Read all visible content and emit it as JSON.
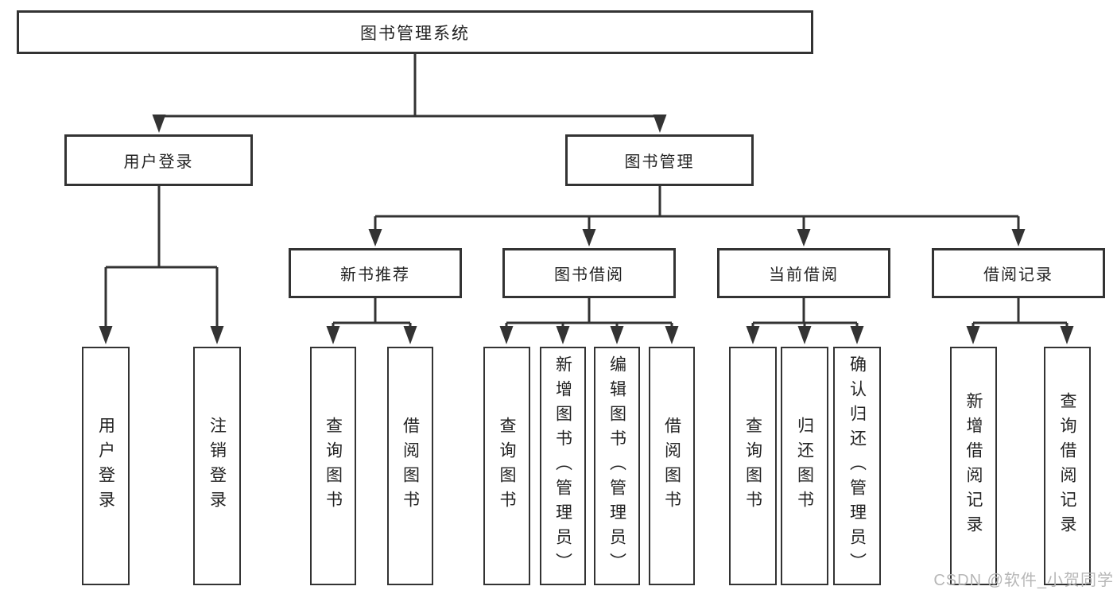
{
  "tree": {
    "root": {
      "label": "图书管理系统",
      "children": [
        {
          "label": "用户登录",
          "children": [
            {
              "label": "用户登录"
            },
            {
              "label": "注销登录"
            }
          ]
        },
        {
          "label": "图书管理",
          "children": [
            {
              "label": "新书推荐",
              "children": [
                {
                  "label": "查询图书"
                },
                {
                  "label": "借阅图书"
                }
              ]
            },
            {
              "label": "图书借阅",
              "children": [
                {
                  "label": "查询图书"
                },
                {
                  "label": "新增图书（管理员）"
                },
                {
                  "label": "编辑图书（管理员）"
                },
                {
                  "label": "借阅图书"
                }
              ]
            },
            {
              "label": "当前借阅",
              "children": [
                {
                  "label": "查询图书"
                },
                {
                  "label": "归还图书"
                },
                {
                  "label": "确认归还（管理员）"
                }
              ]
            },
            {
              "label": "借阅记录",
              "children": [
                {
                  "label": "新增借阅记录"
                },
                {
                  "label": "查询借阅记录"
                }
              ]
            }
          ]
        }
      ]
    }
  },
  "watermark": {
    "text": "CSDN @软件_小贺同学"
  },
  "colors": {
    "line": "#333333",
    "box_border": "#333333",
    "text": "#222222",
    "watermark": "#b7b7b7",
    "background": "#ffffff"
  }
}
